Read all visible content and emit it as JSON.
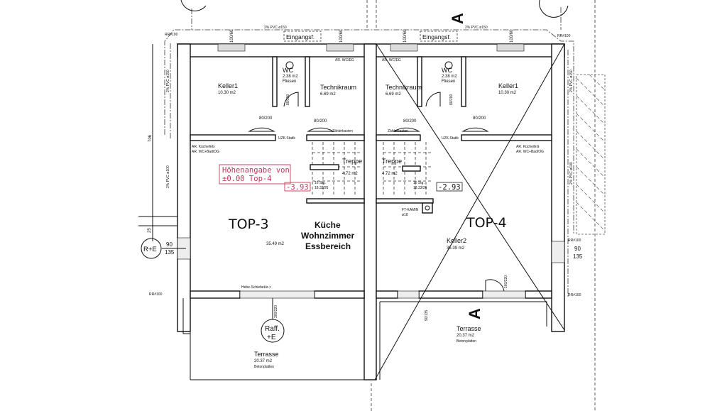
{
  "plan": {
    "section_marker": "A",
    "drain_top": "2% PVC ø150",
    "drain_left_upper": "2% PVC ø150",
    "drain_left_lower": "2% PVC ø100",
    "drain_right": "2% PVC ø150",
    "drain_right_lower": "2% PVC ø100",
    "dim_vertical": "706",
    "dim_25": "25",
    "rr_left_top": "RR#100",
    "rr_left_bottom": "RR#100",
    "rr_right_top": "RR#100",
    "rr_right_mid": "RR#100",
    "rr_right_bottom": "RR#100",
    "window_top": "100/60",
    "door_dim": "80/200",
    "wc_door_dim": "80/200",
    "entrance": "Eingangsf.",
    "ar_wc": "AR. WC/EG",
    "ar_kueche": "AR. Küche/EG",
    "ar_bad": "AR. WC+Bad/OG",
    "uzk": "UZK.Statik",
    "zaehler": "Zählerkasten",
    "stairs_steps": "16 Stg.",
    "stairs_ratio": "18.33/26",
    "left": {
      "unit": "TOP-3",
      "keller": {
        "name": "Keller1",
        "area": "10.30 m2"
      },
      "wc": {
        "name": "WC",
        "area": "2.38 m2",
        "floor": "Fliesen"
      },
      "technik": {
        "name": "Technikraum",
        "area": "6.69 m2"
      },
      "treppe": {
        "name": "Treppe",
        "area": "4.72 m2"
      },
      "main": {
        "line1": "Küche",
        "line2": "Wohnzimmer",
        "line3": "Essbereich",
        "area": "35.49 m2"
      },
      "height_note_1": "Höhenangabe von",
      "height_note_2": "±0.00 Top-4",
      "height_value": "-3.93",
      "re_symbol": "R+E",
      "re_dim_1": "90",
      "re_dim_2": "135",
      "sliding_door": "Hebe-Schiebetür->",
      "sliding_dim": "300/220",
      "raff_1": "Raff.",
      "raff_2": "+E",
      "terrasse": {
        "name": "Terrasse",
        "area": "20.37 m2",
        "floor": "Betonplatten"
      }
    },
    "right": {
      "unit": "TOP-4",
      "keller": {
        "name": "Keller1",
        "area": "10.30 m2"
      },
      "wc": {
        "name": "WC",
        "area": "2.38 m2",
        "floor": "Fliesen"
      },
      "technik": {
        "name": "Technikraum",
        "area": "6.69 m2"
      },
      "treppe": {
        "name": "Treppe",
        "area": "4.72 m2"
      },
      "main": {
        "name": "Keller2",
        "area": "35.39 m2"
      },
      "height_value": "-2.93",
      "kamin_1": "FT-KAMIN",
      "kamin_2": "ø18",
      "window_dim_1": "90",
      "window_dim_2": "135",
      "door_dim": "160/220",
      "terrace_window": "90/135",
      "terrasse": {
        "name": "Terrasse",
        "area": "20.37 m2",
        "floor": "Betonplatten"
      }
    }
  }
}
